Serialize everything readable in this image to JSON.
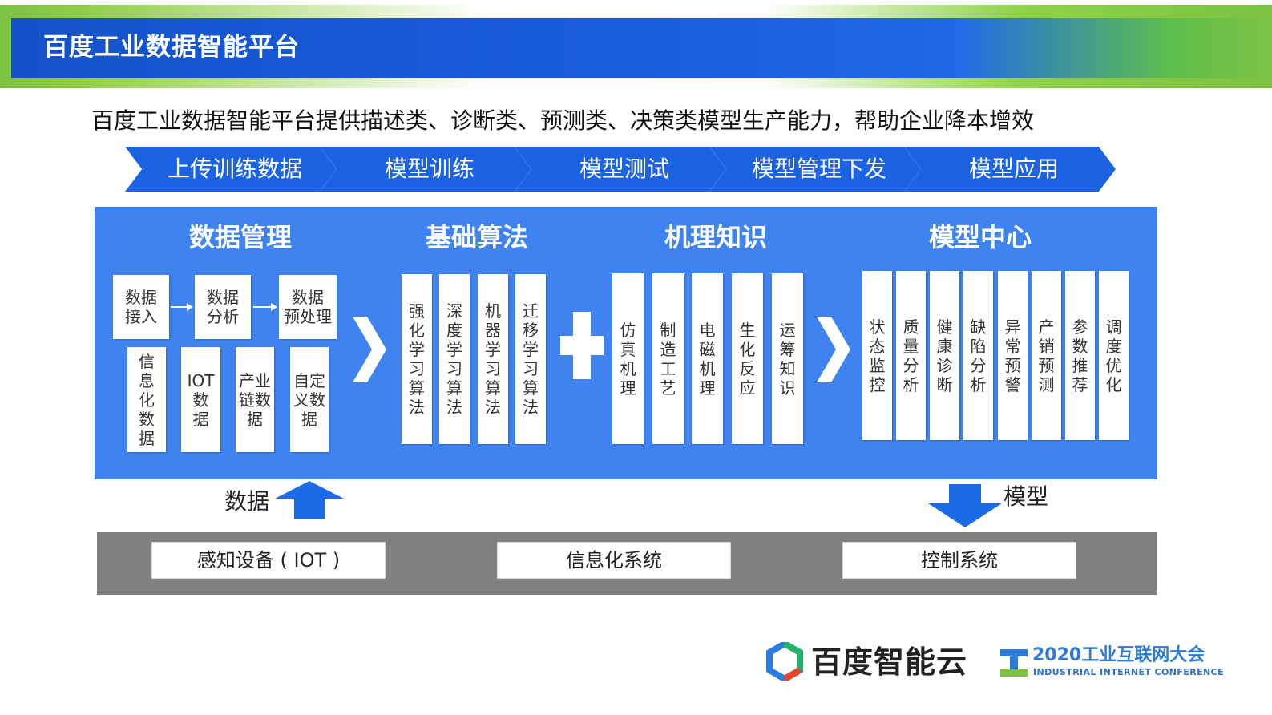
{
  "header": {
    "title": "百度工业数据智能平台"
  },
  "subtitle": "百度工业数据智能平台提供描述类、诊断类、预测类、决策类模型生产能力，帮助企业降本增效",
  "process_steps": [
    "上传训练数据",
    "模型训练",
    "模型测试",
    "模型管理下发",
    "模型应用"
  ],
  "sections": {
    "data_management": {
      "title": "数据管理",
      "pipeline": [
        {
          "line1": "数据",
          "line2": "接入"
        },
        {
          "line1": "数据",
          "line2": "分析"
        },
        {
          "line1": "数据",
          "line2": "预处理"
        }
      ],
      "sources": [
        {
          "text": "信息化数据"
        },
        {
          "line1": "IOT",
          "line2": "数",
          "line3": "据"
        },
        {
          "line1": "产业",
          "line2": "链数",
          "line3": "据"
        },
        {
          "line1": "自定",
          "line2": "义数",
          "line3": "据"
        }
      ]
    },
    "algorithms": {
      "title": "基础算法",
      "items": [
        "强化学习算法",
        "深度学习算法",
        "机器学习算法",
        "迁移学习算法"
      ]
    },
    "mechanism": {
      "title": "机理知识",
      "items": [
        "仿真机理",
        "制造工艺",
        "电磁机理",
        "生化反应",
        "运筹知识"
      ]
    },
    "model_center": {
      "title": "模型中心",
      "items": [
        "状态监控",
        "质量分析",
        "健康诊断",
        "缺陷分析",
        "异常预警",
        "产销预测",
        "参数推荐",
        "调度优化"
      ]
    }
  },
  "flow": {
    "data_label": "数据",
    "model_label": "模型"
  },
  "systems": [
    "感知设备 ( IOT )",
    "信息化系统",
    "控制系统"
  ],
  "logos": {
    "baidu": "百度智能云",
    "conference_title": "2020工业互联网大会",
    "conference_sub": "INDUSTRIAL INTERNET CONFERENCE"
  },
  "colors": {
    "header_blue": "#1b5fe0",
    "accent_green": "#7cc243",
    "panel_blue": "#3f83f0",
    "chevron_blue": "#1b63e2",
    "bar_gray": "#808080"
  }
}
